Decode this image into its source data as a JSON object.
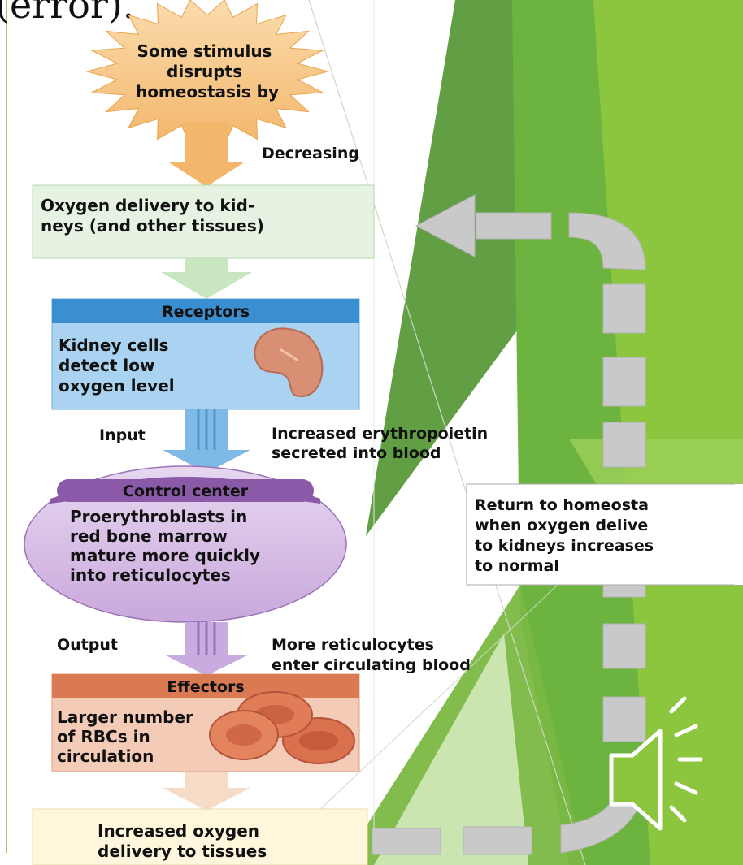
{
  "slide_title_fragment": "(error).",
  "stimulus": {
    "lines": [
      "Some stimulus",
      "disrupts",
      "homeostasis by"
    ]
  },
  "decreasing_label": "Decreasing",
  "controlled_condition": {
    "lines": [
      "Oxygen delivery to kid-",
      "neys (and other tissues)"
    ]
  },
  "receptors": {
    "title": "Receptors",
    "lines": [
      "Kidney cells",
      "detect low",
      "oxygen level"
    ]
  },
  "input": {
    "label": "Input",
    "message_lines": [
      "Increased erythropoietin",
      "secreted into blood"
    ]
  },
  "control_center": {
    "title": "Control center",
    "lines": [
      "Proerythroblasts in",
      "red bone marrow",
      "mature more quickly",
      "into reticulocytes"
    ]
  },
  "output": {
    "label": "Output",
    "message_lines": [
      "More reticulocytes",
      "enter circulating blood"
    ]
  },
  "effectors": {
    "title": "Effectors",
    "lines": [
      "Larger number",
      "of RBCs in",
      "circulation"
    ]
  },
  "response": {
    "lines": [
      "Increased oxygen",
      "delivery to tissues"
    ]
  },
  "return_box": {
    "lines": [
      "Return to homeosta",
      "when oxygen delive",
      "to kidneys increases",
      "to normal"
    ]
  },
  "colors": {
    "green_dark": "#5a9a3a",
    "green_mid": "#6db33f",
    "green_light": "#8cc63f",
    "receptors_header": "#3a8fd0",
    "receptors_body": "#a9d3f0",
    "control_header": "#8a5aa8",
    "control_body": "#d8bfe6",
    "effectors_header": "#d97a52",
    "effectors_body": "#f4cbb6",
    "condition_box": "#e6f2e2",
    "response_box": "#fff6dc",
    "starburst": "#f6c585",
    "dashed_arrow": "#c9c9c9"
  },
  "speaker": {
    "icon": "speaker-icon"
  }
}
